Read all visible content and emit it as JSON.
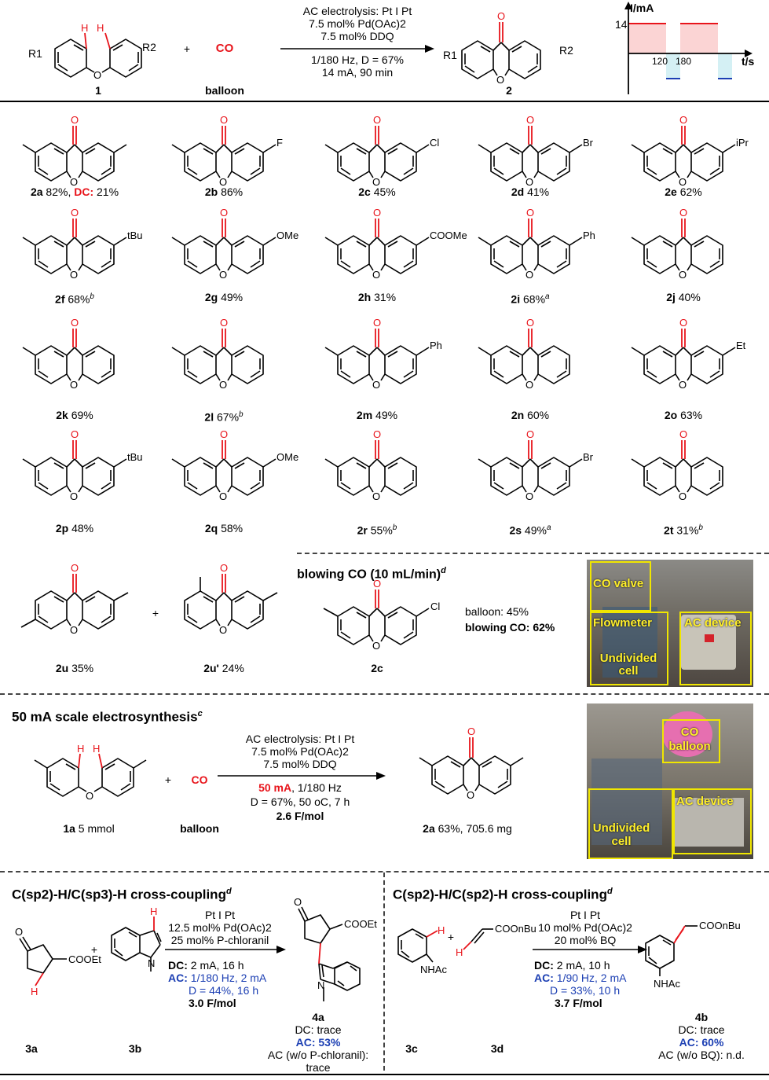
{
  "header": {
    "label1": "1",
    "label2": "2",
    "co": "CO",
    "balloon": "balloon",
    "plus": "+",
    "cond_lines": [
      "AC electrolysis: Pt I Pt",
      "7.5 mol% Pd(OAc)2",
      "7.5 mol% DDQ",
      "1/180 Hz, D = 67%",
      "14 mA, 90 min"
    ],
    "r1": "R1",
    "r2": "R2",
    "waveform": {
      "ylabel": "I/mA",
      "xlabel": "t/s",
      "y_tick": "14",
      "x_ticks": [
        "120",
        "180"
      ]
    }
  },
  "products": [
    {
      "id": "2a",
      "yield": " 82%, ",
      "extra_red": "DC:",
      "extra": " 21%",
      "sub": "Me"
    },
    {
      "id": "2b",
      "yield": " 86%",
      "sub": "F"
    },
    {
      "id": "2c",
      "yield": " 45%",
      "sub": "Cl"
    },
    {
      "id": "2d",
      "yield": " 41%",
      "sub": "Br"
    },
    {
      "id": "2e",
      "yield": " 62%",
      "sub": "iPr"
    },
    {
      "id": "2f",
      "yield": " 68%",
      "sup": "b",
      "sub": "tBu"
    },
    {
      "id": "2g",
      "yield": " 49%",
      "sub": "OMe"
    },
    {
      "id": "2h",
      "yield": " 31%",
      "sub": "COOMe"
    },
    {
      "id": "2i",
      "yield": " 68%",
      "sup": "a",
      "sub": "Ph"
    },
    {
      "id": "2j",
      "yield": " 40%",
      "sub": ""
    },
    {
      "id": "2k",
      "yield": " 69%",
      "sub": ""
    },
    {
      "id": "2l",
      "yield": " 67%",
      "sup": "b",
      "sub": ""
    },
    {
      "id": "2m",
      "yield": " 49%",
      "sub": "Ph"
    },
    {
      "id": "2n",
      "yield": " 60%",
      "sub": ""
    },
    {
      "id": "2o",
      "yield": " 63%",
      "sub": "Et"
    },
    {
      "id": "2p",
      "yield": " 48%",
      "sub": "tBu"
    },
    {
      "id": "2q",
      "yield": " 58%",
      "sub": "OMe"
    },
    {
      "id": "2r",
      "yield": " 55%",
      "sup": "b",
      "sub": ""
    },
    {
      "id": "2s",
      "yield": " 49%",
      "sup": "a",
      "sub": "Br"
    },
    {
      "id": "2t",
      "yield": " 31%",
      "sup": "b",
      "sub": ""
    }
  ],
  "row5": {
    "u_id": "2u",
    "u_yield": " 35%",
    "up_id": "2u'",
    "up_yield": " 24%",
    "c_id": "2c",
    "blowing_title": "blowing CO (10 mL/min)",
    "blowing_sup": "d",
    "balloon_line": "balloon: 45%",
    "blowing_line": "blowing CO: 62%",
    "photo_labels": [
      "CO valve",
      "Flowmeter",
      "Undivided cell",
      "AC device"
    ]
  },
  "scale": {
    "title": "50 mA scale electrosynthesis",
    "title_sup": "c",
    "cond1": "AC electrolysis: Pt I Pt",
    "cond2": "7.5 mol% Pd(OAc)2",
    "cond3": "7.5 mol% DDQ",
    "cond4_red": "50 mA",
    "cond4": ", 1/180 Hz",
    "cond5": "D = 67%, 50 oC, 7 h",
    "cond6": "2.6 F/mol",
    "sm_id": "1a",
    "sm_amt": " 5 mmol",
    "balloon": "balloon",
    "co": "CO",
    "prod_id": "2a",
    "prod_amt": " 63%, 705.6 mg",
    "photo_labels": [
      "CO balloon",
      "AC device",
      "Undivided cell"
    ]
  },
  "cc1": {
    "title": "C(sp2)-H/C(sp3)-H cross-coupling",
    "sup": "d",
    "c1": "Pt I Pt",
    "c2": "12.5 mol% Pd(OAc)2",
    "c3": "25 mol% P-chloranil",
    "dc": "DC:",
    "dc_v": " 2 mA, 16 h",
    "ac": "AC:",
    "ac_v": " 1/180 Hz, 2 mA",
    "ac2": "D = 44%, 16 h",
    "f": "3.0  F/mol",
    "a": "3a",
    "b": "3b",
    "p": "4a",
    "r1": "DC: trace",
    "r2": "AC: 53%",
    "r3": "AC (w/o P-chloranil):",
    "r4": "trace",
    "ester": "COOEt"
  },
  "cc2": {
    "title": "C(sp2)-H/C(sp2)-H cross-coupling",
    "sup": "d",
    "c1": "Pt I Pt",
    "c2": "10 mol% Pd(OAc)2",
    "c3": "20 mol% BQ",
    "dc": "DC:",
    "dc_v": " 2 mA, 10 h",
    "ac": "AC:",
    "ac_v": " 1/90 Hz, 2 mA",
    "ac2": "D = 33%, 10 h",
    "f": "3.7  F/mol",
    "a": "3c",
    "b": "3d",
    "p": "4b",
    "r1": "DC: trace",
    "r2": "AC: 60%",
    "r3": "AC (w/o BQ): n.d.",
    "ester": "COOnBu",
    "nhac": "NHAc"
  }
}
